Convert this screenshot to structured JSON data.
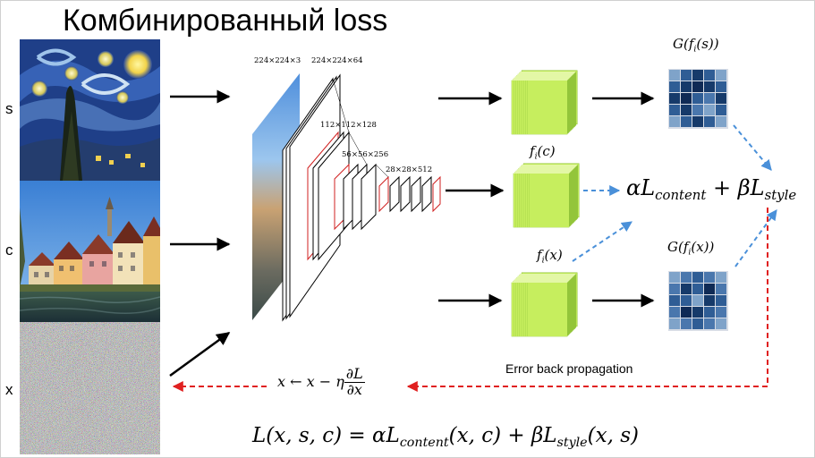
{
  "slide": {
    "title": "Комбинированный loss"
  },
  "rows": {
    "s": "s",
    "c": "c",
    "x": "x"
  },
  "layer_labels": [
    "224×224×3",
    "224×224×64",
    "112×112×128",
    "56×56×256",
    "28×28×512"
  ],
  "features": {
    "style": "G(f",
    "style_sub": "i",
    "style_arg": "(s))",
    "content": "f",
    "content_sub": "i",
    "content_arg": "(c)",
    "generated": "f",
    "generated_sub": "i",
    "generated_arg": "(x)",
    "gram_generated": "G(f",
    "gram_generated_sub": "i",
    "gram_generated_arg": "(x))"
  },
  "combined_loss": {
    "alpha": "αL",
    "content_sub": "content",
    "plus": " + ",
    "beta": "βL",
    "style_sub": "style"
  },
  "update_rule": {
    "lhs": "x ← x − η",
    "num": "∂L",
    "den": "∂x"
  },
  "error_label": "Error back propagation",
  "total_loss": {
    "lhs": "L(x, s, c) = αL",
    "content_sub": "content",
    "mid": "(x, c) + βL",
    "style_sub": "style",
    "rhs": "(x, s)"
  },
  "colors": {
    "cube_front": "#c6ee5e",
    "cube_side": "#93c53a",
    "cube_top": "#e3f7a6",
    "gram_dark": "#163a6a",
    "gram_mid": "#2f5d95",
    "gram_light": "#7fa3c9",
    "arrow_black": "#000000",
    "arrow_blue": "#4a90d9",
    "arrow_red": "#e02020"
  }
}
